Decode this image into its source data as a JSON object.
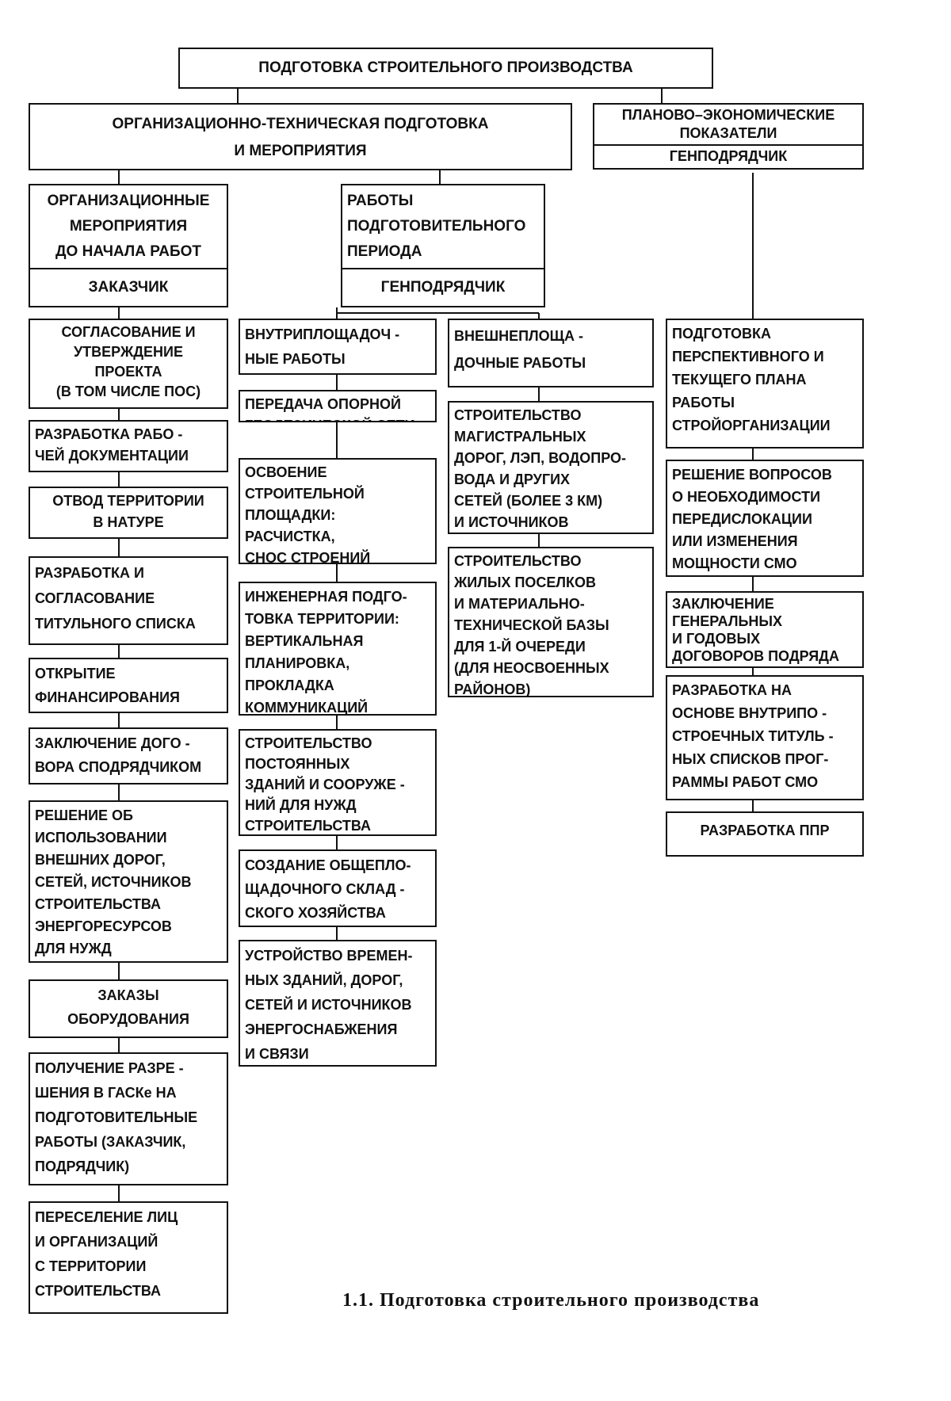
{
  "diagram": {
    "root": [
      "ПОДГОТОВКА СТРОИТЕЛЬНОГО ПРОИЗВОДСТВА"
    ],
    "org_tech": [
      "ОРГАНИЗАЦИОННО-ТЕХНИЧЕСКАЯ ПОДГОТОВКА",
      "И МЕРОПРИЯТИЯ"
    ],
    "plan_econ": [
      "ПЛАНОВО–ЭКОНОМИЧЕСКИЕ",
      "ПОКАЗАТЕЛИ"
    ],
    "plan_econ_label": [
      "ГЕНПОДРЯДЧИК"
    ],
    "org_measures": [
      "ОРГАНИЗАЦИОННЫЕ",
      "МЕРОПРИЯТИЯ",
      "ДО НАЧАЛА РАБОТ"
    ],
    "org_measures_label": [
      "ЗАКАЗЧИК"
    ],
    "prep_period": [
      "РАБОТЫ",
      "ПОДГОТОВИТЕЛЬНОГО",
      "ПЕРИОДА"
    ],
    "prep_period_label": [
      "ГЕНПОДРЯДЧИК"
    ],
    "left_column": [
      [
        "СОГЛАСОВАНИЕ И",
        "УТВЕРЖДЕНИЕ",
        "ПРОЕКТА",
        "(В ТОМ ЧИСЛЕ ПОС)"
      ],
      [
        "РАЗРАБОТКА РАБО -",
        "ЧЕЙ ДОКУМЕНТАЦИИ"
      ],
      [
        "ОТВОД ТЕРРИТОРИИ",
        "В НАТУРЕ"
      ],
      [
        "РАЗРАБОТКА И",
        "СОГЛАСОВАНИЕ",
        "ТИТУЛЬНОГО СПИСКА"
      ],
      [
        "ОТКРЫТИЕ",
        "ФИНАНСИРОВАНИЯ"
      ],
      [
        "ЗАКЛЮЧЕНИЕ ДОГО -",
        "ВОРА СПОДРЯДЧИКОМ"
      ],
      [
        "РЕШЕНИЕ ОБ",
        "ИСПОЛЬЗОВАНИИ",
        "ВНЕШНИХ ДОРОГ,",
        "СЕТЕЙ, ИСТОЧНИКОВ",
        "СТРОИТЕЛЬСТВА",
        "ЭНЕРГОРЕСУРСОВ",
        "ДЛЯ НУЖД"
      ],
      [
        "ЗАКАЗЫ",
        "ОБОРУДОВАНИЯ"
      ],
      [
        "ПОЛУЧЕНИЕ РАЗРЕ -",
        "ШЕНИЯ В ГАСКе НА",
        "ПОДГОТОВИТЕЛЬНЫЕ",
        "РАБОТЫ (ЗАКАЗЧИК,",
        "ПОДРЯДЧИК)"
      ],
      [
        "ПЕРЕСЕЛЕНИЕ ЛИЦ",
        "И ОРГАНИЗАЦИЙ",
        "С ТЕРРИТОРИИ",
        "СТРОИТЕЛЬСТВА"
      ]
    ],
    "internal_header": [
      "ВНУТРИПЛОЩАДОЧ -",
      "НЫЕ РАБОТЫ"
    ],
    "internal_column": [
      [
        "ПЕРЕДАЧА ОПОРНОЙ",
        "ГЕОДЕЗИЧЕСКОЙ СЕТИ"
      ],
      [
        "ОСВОЕНИЕ",
        "СТРОИТЕЛЬНОЙ",
        "ПЛОЩАДКИ:",
        "РАСЧИСТКА,",
        "СНОС СТРОЕНИЙ"
      ],
      [
        "ИНЖЕНЕРНАЯ ПОДГО-",
        "ТОВКА ТЕРРИТОРИИ:",
        "ВЕРТИКАЛЬНАЯ",
        "ПЛАНИРОВКА,",
        "ПРОКЛАДКА",
        "КОММУНИКАЦИЙ"
      ],
      [
        "СТРОИТЕЛЬСТВО",
        "ПОСТОЯННЫХ",
        "ЗДАНИЙ И СООРУЖЕ -",
        "НИЙ ДЛЯ НУЖД",
        "СТРОИТЕЛЬСТВА"
      ],
      [
        "СОЗДАНИЕ ОБЩЕПЛО-",
        "ЩАДОЧНОГО СКЛАД -",
        "СКОГО ХОЗЯЙСТВА"
      ],
      [
        "УСТРОЙСТВО ВРЕМЕН-",
        "НЫХ ЗДАНИЙ, ДОРОГ,",
        "СЕТЕЙ И ИСТОЧНИКОВ",
        "ЭНЕРГОСНАБЖЕНИЯ",
        "И СВЯЗИ"
      ]
    ],
    "external_header": [
      "ВНЕШНЕПЛОЩА -",
      "ДОЧНЫЕ РАБОТЫ"
    ],
    "external_column": [
      [
        "СТРОИТЕЛЬСТВО",
        "МАГИСТРАЛЬНЫХ",
        "ДОРОГ, ЛЭП, ВОДОПРО-",
        "ВОДА И ДРУГИХ",
        "СЕТЕЙ (БОЛЕЕ 3 КМ)",
        "И ИСТОЧНИКОВ"
      ],
      [
        "СТРОИТЕЛЬСТВО",
        "ЖИЛЫХ ПОСЕЛКОВ",
        "И МАТЕРИАЛЬНО-",
        "ТЕХНИЧЕСКОЙ БАЗЫ",
        "ДЛЯ 1-Й ОЧЕРЕДИ",
        "(ДЛЯ НЕОСВОЕННЫХ",
        "РАЙОНОВ)"
      ]
    ],
    "plan_column": [
      [
        "ПОДГОТОВКА",
        "ПЕРСПЕКТИВНОГО И",
        "ТЕКУЩЕГО ПЛАНА",
        "РАБОТЫ",
        "СТРОЙОРГАНИЗАЦИИ"
      ],
      [
        "РЕШЕНИЕ ВОПРОСОВ",
        "О НЕОБХОДИМОСТИ",
        "ПЕРЕДИСЛОКАЦИИ",
        "ИЛИ ИЗМЕНЕНИЯ",
        "МОЩНОСТИ СМО"
      ],
      [
        "ЗАКЛЮЧЕНИЕ",
        "ГЕНЕРАЛЬНЫХ",
        "И ГОДОВЫХ",
        "ДОГОВОРОВ ПОДРЯДА"
      ],
      [
        "РАЗРАБОТКА НА",
        "ОСНОВЕ ВНУТРИПО -",
        "СТРОЕЧНЫХ ТИТУЛЬ -",
        "НЫХ СПИСКОВ ПРОГ-",
        "РАММЫ РАБОТ СМО"
      ],
      [
        "РАЗРАБОТКА ППР"
      ]
    ]
  },
  "caption": "1.1. Подготовка строительного производства"
}
